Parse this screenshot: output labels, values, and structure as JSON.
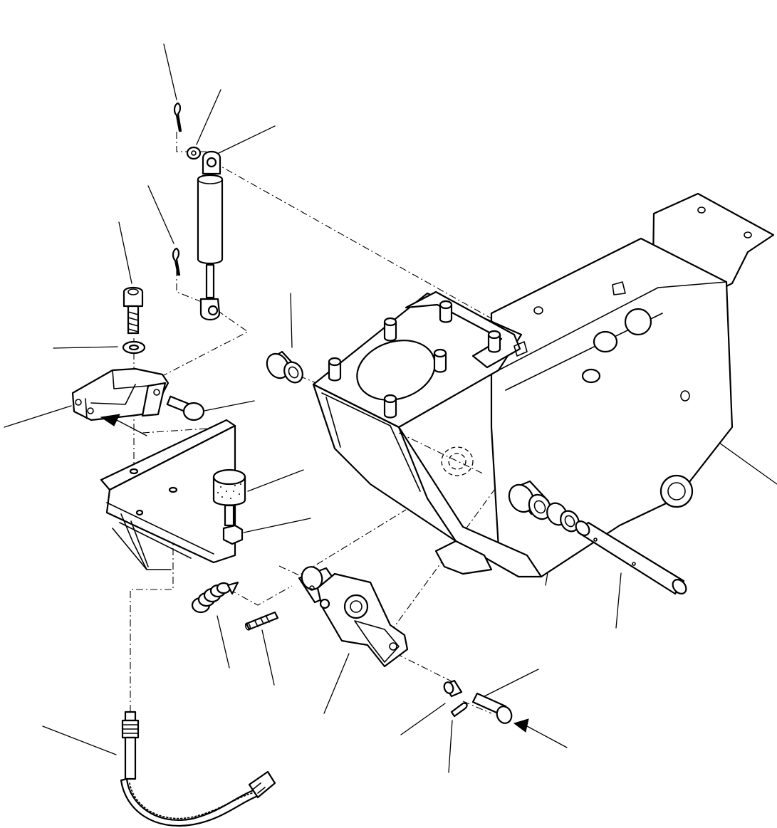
{
  "figure": {
    "type": "exploded-parts-diagram",
    "line_color": "#000000",
    "background_color": "#ffffff",
    "labels": []
  },
  "parts": [
    {
      "name": "cotter-pin-upper",
      "icon": "cotter-pin"
    },
    {
      "name": "washer-upper",
      "icon": "washer"
    },
    {
      "name": "gas-spring",
      "icon": "gas-strut"
    },
    {
      "name": "cotter-pin-lower",
      "icon": "cotter-pin"
    },
    {
      "name": "cap-screw",
      "icon": "hex-socket-bolt"
    },
    {
      "name": "lock-washer",
      "icon": "washer"
    },
    {
      "name": "latch-bracket",
      "icon": "bracket"
    },
    {
      "name": "clevis-pin",
      "icon": "pin"
    },
    {
      "name": "mounting-plate",
      "icon": "plate"
    },
    {
      "name": "rubber-stopper",
      "icon": "bumper"
    },
    {
      "name": "hex-nut",
      "icon": "nut"
    },
    {
      "name": "pedal-bracket-housing",
      "icon": "housing"
    },
    {
      "name": "bushing-left",
      "icon": "bushing"
    },
    {
      "name": "bushing-right",
      "icon": "bushing"
    },
    {
      "name": "bushing-pair",
      "icon": "bushing"
    },
    {
      "name": "pivot-shaft",
      "icon": "shaft"
    },
    {
      "name": "return-spring",
      "icon": "coil-spring"
    },
    {
      "name": "roll-pin",
      "icon": "pin"
    },
    {
      "name": "pedal-lever",
      "icon": "lever"
    },
    {
      "name": "clevis-pin-small",
      "icon": "pin"
    },
    {
      "name": "cotter-pin-small",
      "icon": "cotter-pin"
    },
    {
      "name": "control-cable",
      "icon": "cable"
    }
  ]
}
